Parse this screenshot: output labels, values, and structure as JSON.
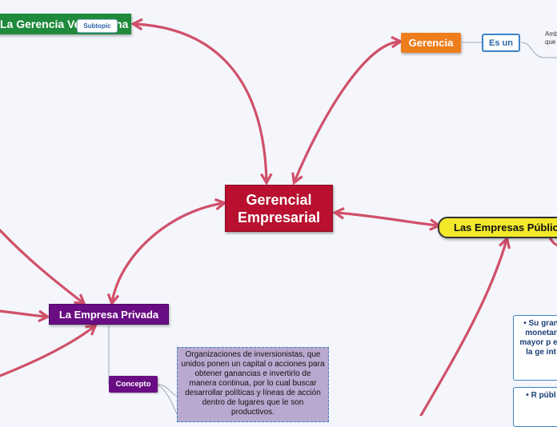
{
  "central": {
    "line1": "Gerencial",
    "line2": "Empresarial"
  },
  "nodes": {
    "gerencia_venezolana": "La Gerencia Venezolana",
    "subtopic": "Subtopic",
    "gerencia": "Gerencia",
    "es_un": "Es un",
    "amb_fragment": {
      "line1": "Amb",
      "line2": "que"
    },
    "empresas_publicas": "Las Empresas Públicas",
    "empresa_privada": "La Empresa Privada",
    "concepto": "Concepto",
    "concepto_texto": "Organizaciones de inversionistas, que unidos ponen un capital o acciones para obtener ganancias e invertirlo de manera continua, por lo cual buscar  desarrollar políticas y líneas de acción dentro de lugares que le son productivos.",
    "box1_text": "•   Su gran monetar mayor p en la ge int",
    "box2_text": "•   R públ"
  },
  "colors": {
    "link": "#d0506a",
    "central": "#b8102e",
    "gerencia_venezolana": "#1f8a3b",
    "gerencia": "#ee7d1c",
    "empresas_publicas": "#f3e92a",
    "empresa_privada": "#6a0d84"
  }
}
